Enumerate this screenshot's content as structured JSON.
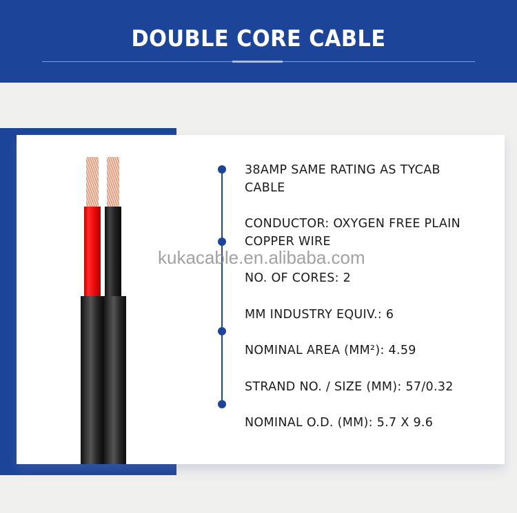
{
  "header": {
    "title": "DOUBLE CORE CABLE",
    "background_color": "#1c459a"
  },
  "product_image": {
    "description": "double core flat cable with red and black insulated copper conductors",
    "cores": [
      {
        "color": "red",
        "hex": "#ee0a0a"
      },
      {
        "color": "black",
        "hex": "#222222"
      }
    ],
    "conductor_color": "#f3cfba",
    "jacket_color": "#2a2a2a"
  },
  "specs": [
    {
      "line1": "38AMP SAME RATING AS TYCAB",
      "line2": "CABLE"
    },
    {
      "line1": "CONDUCTOR: OXYGEN FREE PLAIN",
      "line2": "COPPER WIRE"
    },
    {
      "line1": "NO. OF CORES: 2"
    },
    {
      "line1": "MM INDUSTRY EQUIV.: 6"
    },
    {
      "line1": "NOMINAL AREA (MM²): 4.59"
    },
    {
      "line1": "STRAND NO. / SIZE (MM): 57/0.32"
    },
    {
      "line1": "NOMINAL O.D. (MM): 5.7 X 9.6"
    }
  ],
  "watermark": "kukacable.en.alibaba.com",
  "accent_color": "#1c459a"
}
